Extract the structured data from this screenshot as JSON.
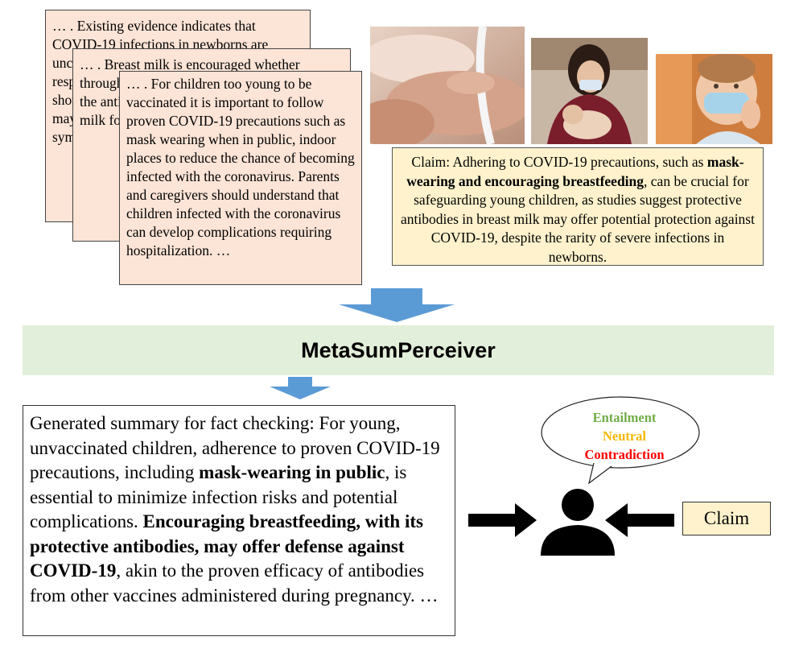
{
  "documents": [
    {
      "text": "… . Existing evidence indicates that COVID-19 infections in newborns are uncommon. Transmission can occur through respiratory droplets from mother. Studies show COVID-19 can infect babies, who may be asymptomatic or display mild symptoms…"
    },
    {
      "text": "… . Breast milk is encouraged whether through protective antibodies. Studies show the antibodies for COVID-19 in high levels in milk for cough, fever have p …"
    },
    {
      "text": "… . For children too young to be vaccinated it is important to follow proven COVID-19 precautions such as mask wearing when in public, indoor places to reduce the chance of becoming infected with the coronavirus. Parents and caregivers should understand that children infected with the coronavirus can develop complications requiring hospitalization. …"
    }
  ],
  "claim": {
    "prefix": "Claim: Adhering to COVID-19 precautions, such as",
    "bold": "mask-wearing and encouraging breastfeeding",
    "suffix": ", can be crucial for safeguarding young children, as studies suggest protective antibodies in breast milk may offer potential protection against COVID-19, despite the rarity of severe infections in newborns."
  },
  "model": {
    "name": "MetaSumPerceiver"
  },
  "summary": {
    "part1": "Generated summary for fact checking: For young, unvaccinated children, adherence to proven COVID-19 precautions, including ",
    "bold1": "mask-wearing in public",
    "part2": ", is essential to minimize infection risks and potential complications. ",
    "bold2": "Encouraging breastfeeding, with its protective antibodies, may offer defense against COVID-19",
    "part3": ", akin to the proven efficacy of antibodies from other vaccines administered during pregnancy. …"
  },
  "labels": {
    "entailment": "Entailment",
    "neutral": "Neutral",
    "contradiction": "Contradiction"
  },
  "claim_label": "Claim",
  "colors": {
    "doc_bg": "#fce4d6",
    "claim_bg": "#fff2cc",
    "model_bg": "#e2efda",
    "arrow_blue": "#5b9bd5",
    "entailment": "#70ad47",
    "neutral": "#f4b800",
    "contradiction": "#ff0000"
  },
  "icons": {
    "person": "person-icon",
    "photos": [
      "newborn-hand-photo",
      "breastfeeding-mother-photo",
      "masked-toddler-photo"
    ]
  }
}
